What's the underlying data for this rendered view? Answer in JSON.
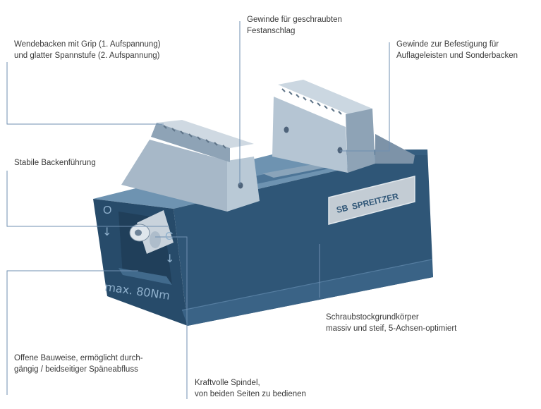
{
  "colors": {
    "leader_line": "#6f8fb0",
    "body_front": "#2f5677",
    "body_top": "#6e93b1",
    "body_side": "#23435f",
    "jaw_light": "#b7c7d5",
    "jaw_mid": "#93a7b9",
    "jaw_dark": "#6f8499",
    "plate": "#c3ccd4",
    "text": "#3a3a3a"
  },
  "callouts": {
    "reversible_jaws": {
      "line1": "Wendebacken mit Grip (1. Aufspannung)",
      "line2": "und glatter Spannstufe (2. Aufspannung)"
    },
    "thread_stop": {
      "line1": "Gewinde für geschraubten",
      "line2": "Festanschlag"
    },
    "thread_mount": {
      "line1": "Gewinde zur Befestigung für",
      "line2": "Auflageleisten und Sonderbacken"
    },
    "jaw_guide": {
      "line1": "Stabile Backenführung"
    },
    "vise_body": {
      "line1": "Schraubstockgrundkörper",
      "line2": "massiv und steif, 5-Achsen-optimiert"
    },
    "open_design": {
      "line1": "Offene Bauweise, ermöglicht durch-",
      "line2": "gängig / beidseitiger Späneabfluss"
    },
    "spindle": {
      "line1": "Kraftvolle Spindel,",
      "line2": "von beiden Seiten zu bedienen"
    }
  },
  "product": {
    "brand_name": "SPREITZER",
    "brand_logo_letters": "SB",
    "torque_marking": "max. 80Nm",
    "open_symbol": "O",
    "close_symbol": "C",
    "plate_dots": "▪▪▪"
  }
}
